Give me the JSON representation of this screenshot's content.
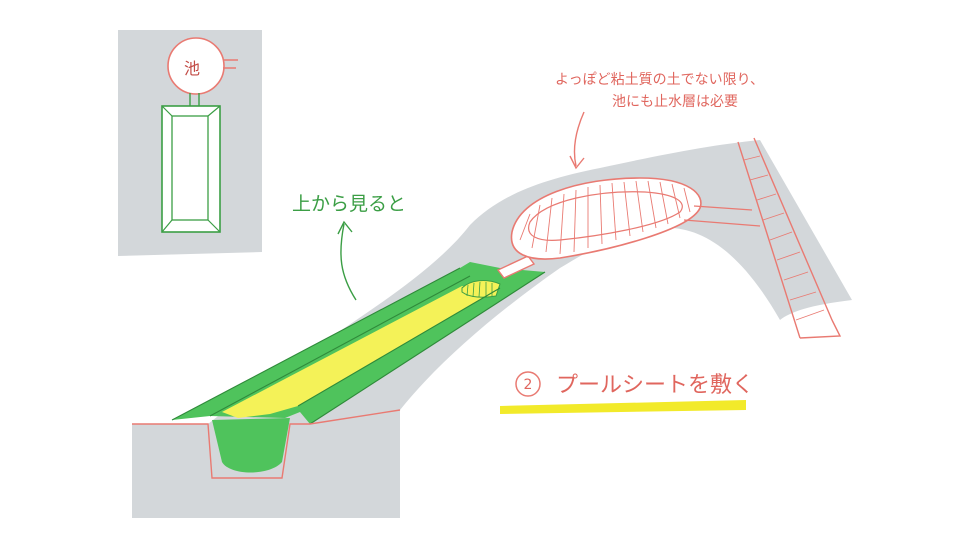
{
  "top_view": {
    "pond_label": "池",
    "caption": "上から見ると"
  },
  "annotation": {
    "line1": "よっぽど粘土質の土でない限り、",
    "line2": "池にも止水層は必要"
  },
  "step": {
    "number": "2",
    "title": "プールシートを敷く"
  },
  "colors": {
    "ground": "#d3d7da",
    "pool_green": "#4fc35c",
    "sheet_yellow": "#f4f258",
    "sketch_red": "#e97a72",
    "sketch_green": "#3b9e45",
    "highlight": "#f2ea2a"
  }
}
